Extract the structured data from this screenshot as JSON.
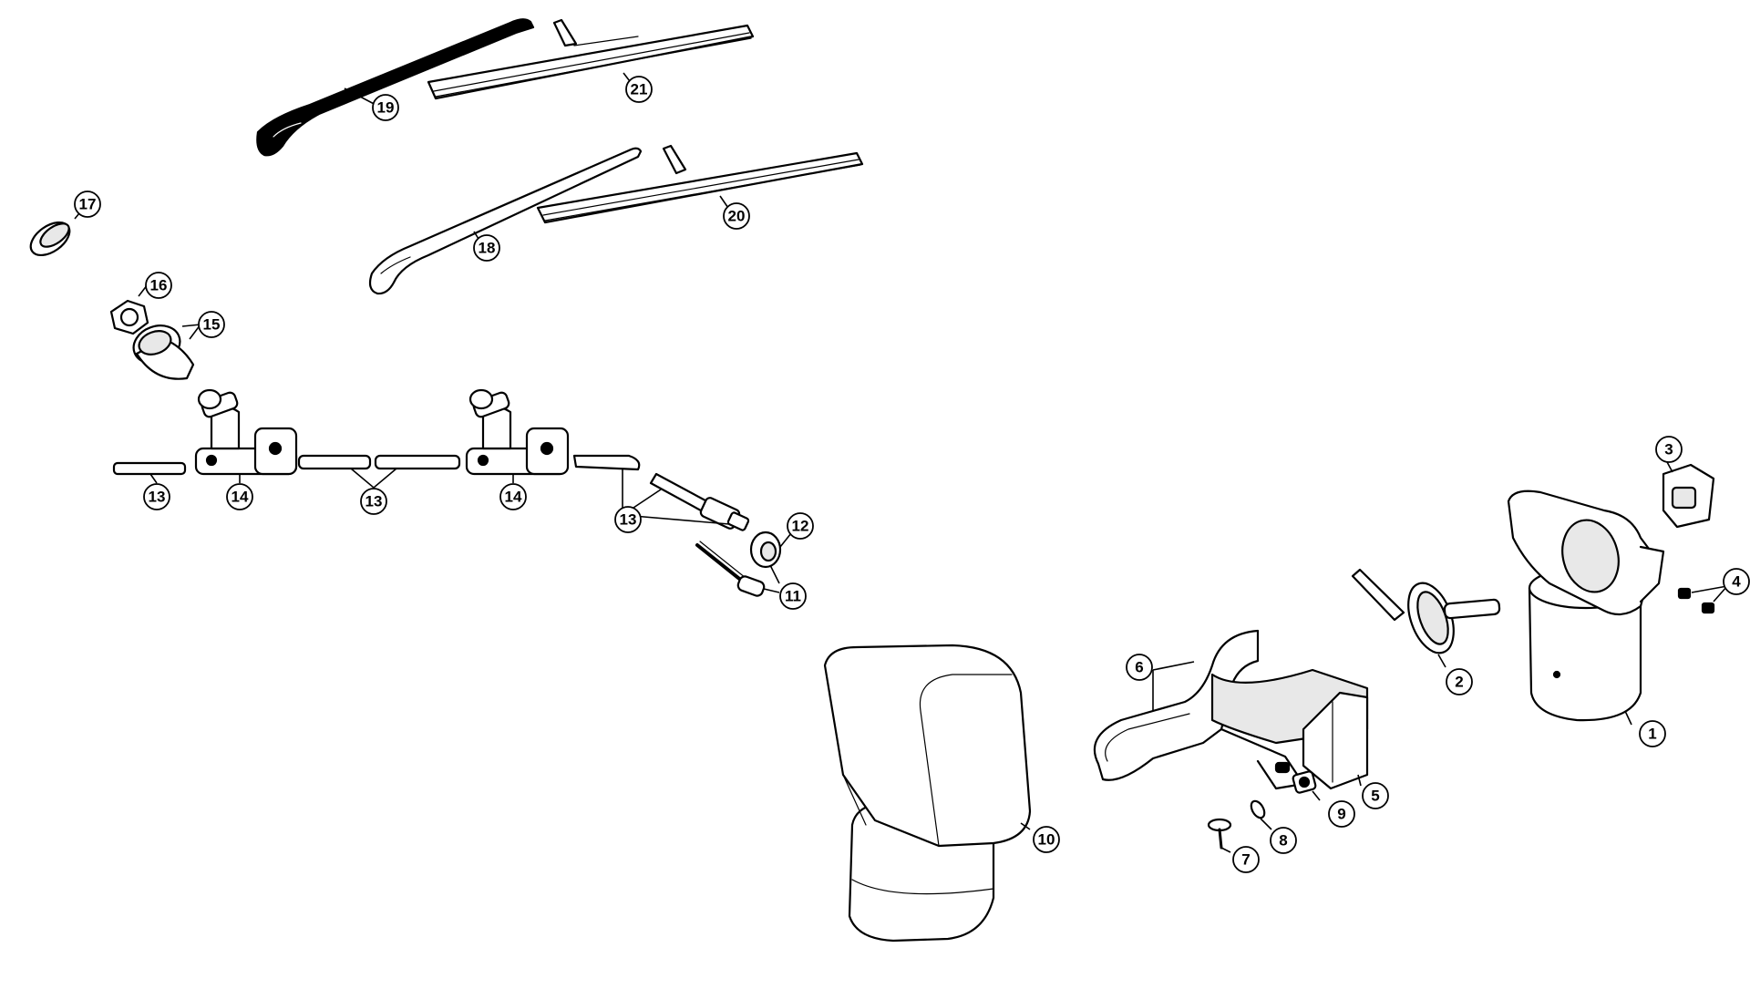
{
  "diagram": {
    "callouts": {
      "c1": "1",
      "c2": "2",
      "c3": "3",
      "c4": "4",
      "c5": "5",
      "c6": "6",
      "c7": "7",
      "c8": "8",
      "c9": "9",
      "c10": "10",
      "c11": "11",
      "c12": "12",
      "c13a": "13",
      "c13b": "13",
      "c13c": "13",
      "c14a": "14",
      "c14b": "14",
      "c15": "15",
      "c16": "16",
      "c17": "17",
      "c18": "18",
      "c19": "19",
      "c20": "20",
      "c21": "21"
    }
  }
}
